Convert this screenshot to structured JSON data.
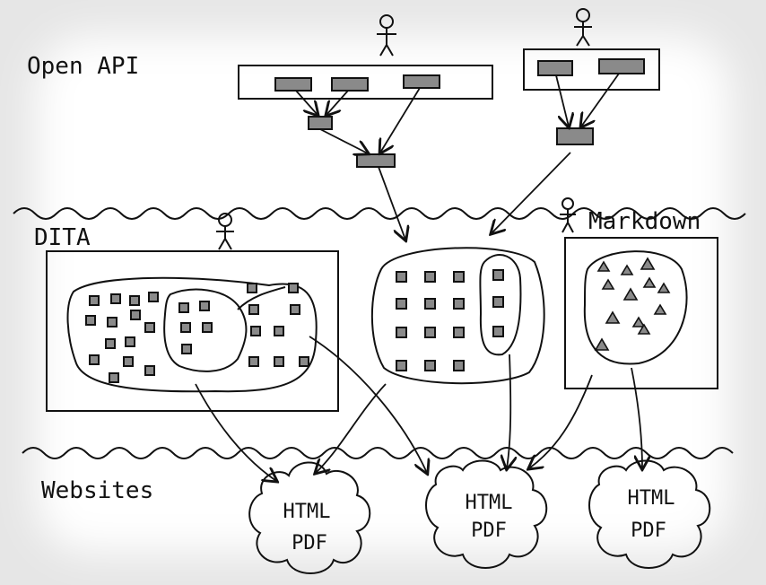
{
  "layers": {
    "open_api": "Open API",
    "dita": "DITA",
    "markdown": "Markdown",
    "websites": "Websites"
  },
  "outputs": [
    {
      "line1": "HTML",
      "line2": "PDF"
    },
    {
      "line1": "HTML",
      "line2": "PDF"
    },
    {
      "line1": "HTML",
      "line2": "PDF"
    }
  ],
  "colors": {
    "ink": "#111111",
    "block_fill": "#8a8a8a",
    "paper": "#ffffff",
    "background": "#e6e6e6"
  }
}
